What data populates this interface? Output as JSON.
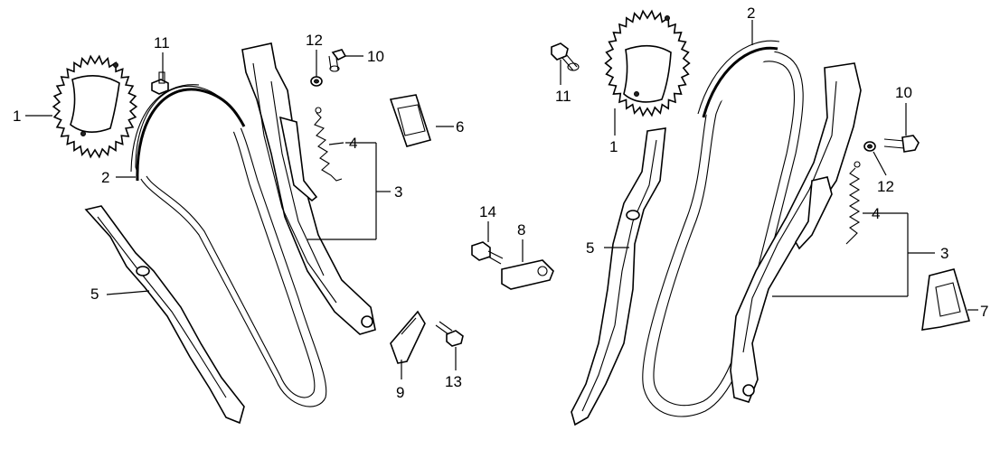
{
  "callouts": {
    "left": {
      "sprocket": "1",
      "chain": "2",
      "tensioner_assembly": "3",
      "spring": "4",
      "chain_guide": "5",
      "guide_pad": "6",
      "bracket": "8",
      "plate": "9",
      "bolt_10": "10",
      "bolt_11": "11",
      "washer": "12",
      "bolt_13": "13",
      "bolt_14": "14"
    },
    "right": {
      "sprocket": "1",
      "chain": "2",
      "tensioner_assembly": "3",
      "spring": "4",
      "chain_guide": "5",
      "guide_pad": "7",
      "bolt_10": "10",
      "bolt_11": "11",
      "washer": "12"
    }
  }
}
